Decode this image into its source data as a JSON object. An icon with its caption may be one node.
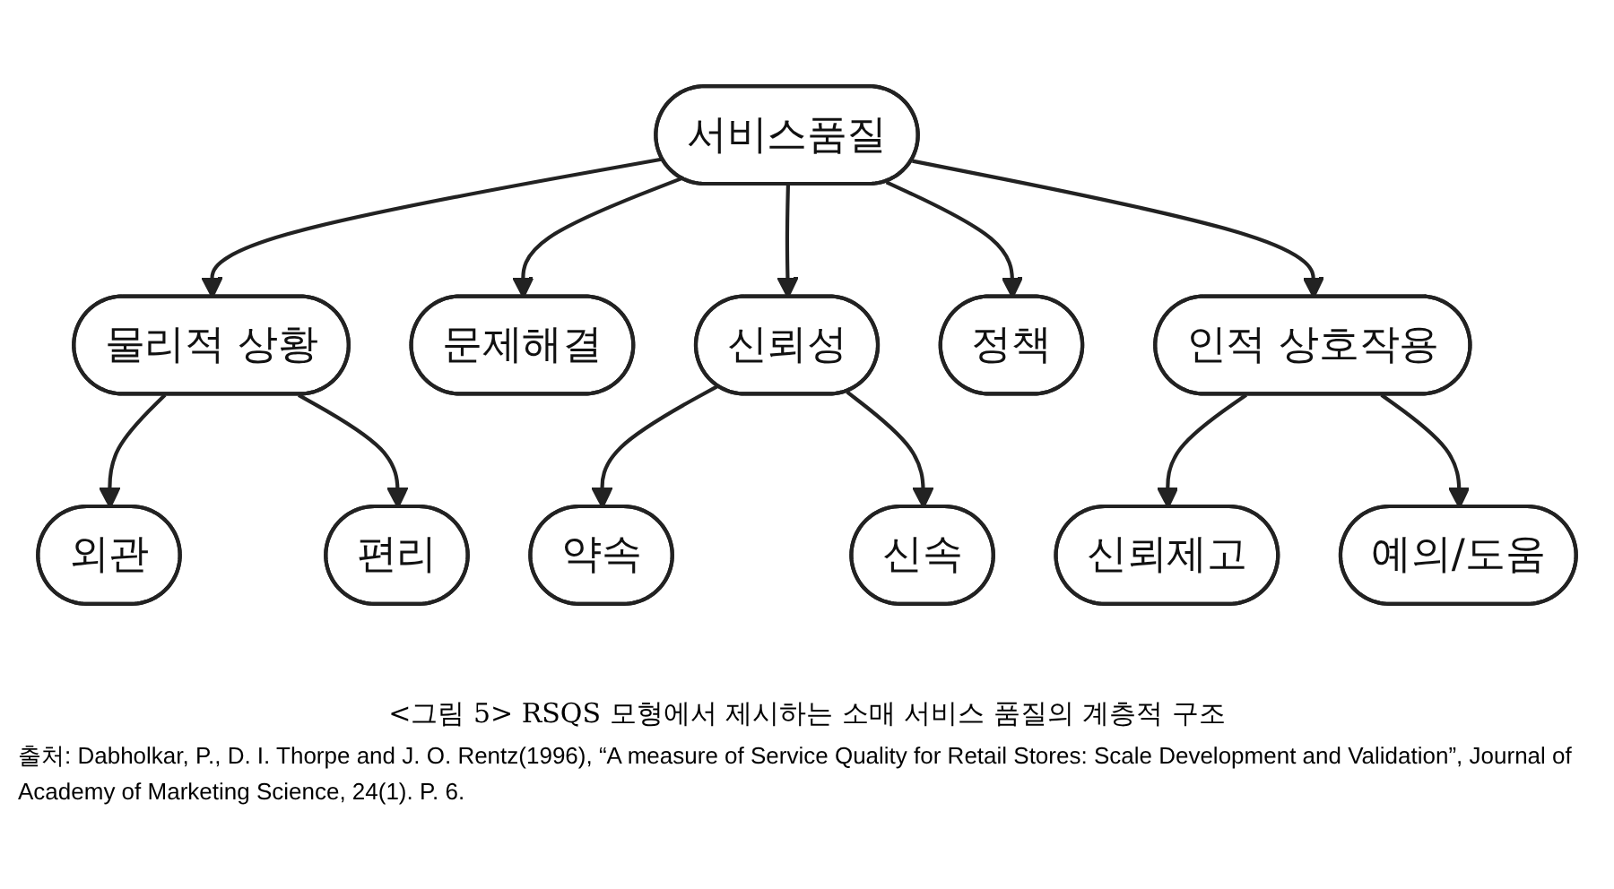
{
  "diagram": {
    "caption": "<그림 5> RSQS 모형에서 제시하는 소매 서비스 품질의 계층적 구조",
    "nodes": [
      {
        "text": [
          "서비스품질"
        ]
      },
      {
        "text": [
          "물리적 상황"
        ]
      },
      {
        "text": [
          "문제해결"
        ]
      },
      {
        "text": [
          "신뢰성"
        ]
      },
      {
        "text": [
          "정책"
        ]
      },
      {
        "text": [
          "인적 상호작용"
        ]
      },
      {
        "text": [
          "외관"
        ]
      },
      {
        "text": [
          "편리"
        ]
      },
      {
        "text": [
          "약속"
        ]
      },
      {
        "text": [
          "신속"
        ]
      },
      {
        "text": [
          "신뢰제고"
        ]
      },
      {
        "text": [
          "예의/도움"
        ]
      }
    ],
    "edges": [
      {
        "from": 0,
        "to": 1,
        "arrow": "to"
      },
      {
        "from": 0,
        "to": 2,
        "arrow": "to"
      },
      {
        "from": 0,
        "to": 3,
        "arrow": "to"
      },
      {
        "from": 0,
        "to": 4,
        "arrow": "to"
      },
      {
        "from": 0,
        "to": 5,
        "arrow": "to"
      },
      {
        "from": 1,
        "to": 6,
        "arrow": "to"
      },
      {
        "from": 1,
        "to": 7,
        "arrow": "to"
      },
      {
        "from": 3,
        "to": 8,
        "arrow": "to"
      },
      {
        "from": 3,
        "to": 9,
        "arrow": "to"
      },
      {
        "from": 5,
        "to": 10,
        "arrow": "to"
      },
      {
        "from": 5,
        "to": 11,
        "arrow": "to"
      }
    ],
    "labels": [
      "출처: Dabholkar, P., D. I. Thorpe and J. O. Rentz(1996), “A measure of Service Quality for Retail Stores: Scale Development and Validation”, Journal of Academy of Marketing Science, 24(1). P. 6."
    ]
  }
}
